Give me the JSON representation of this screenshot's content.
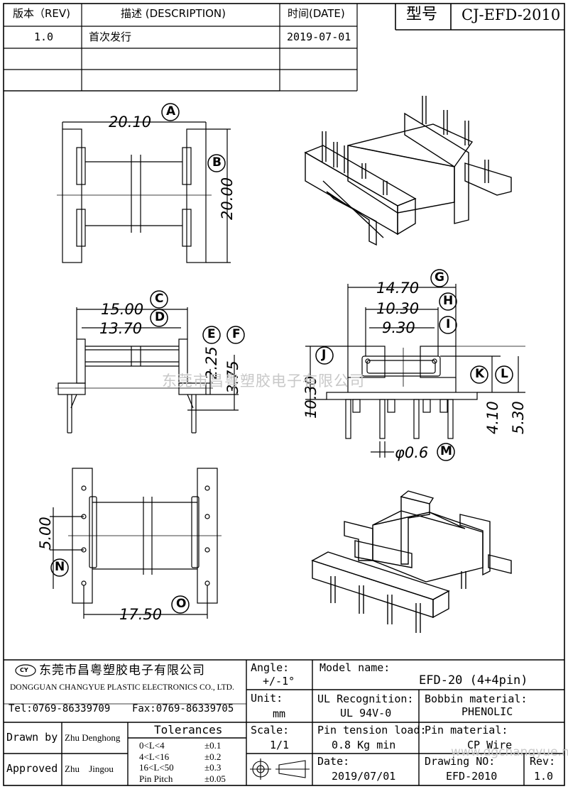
{
  "revision_table": {
    "headers": {
      "rev": "版本（REV)",
      "desc": "描述 (DESCRIPTION)",
      "date": "时间(DATE)"
    },
    "rows": [
      {
        "rev": "1.0",
        "desc": "首次发行",
        "date": "2019-07-01"
      }
    ]
  },
  "model_box": {
    "label": "型号",
    "value": "CJ-EFD-2010"
  },
  "dimensions": {
    "A": "20.10",
    "B": "20.00",
    "C": "15.00",
    "D": "13.70",
    "E": "2.25",
    "F": "3.75",
    "G": "14.70",
    "H": "10.30",
    "I": "9.30",
    "J": "10.30",
    "K": "4.10",
    "L": "5.30",
    "M": "φ0.6",
    "N": "5.00",
    "O": "17.50"
  },
  "callouts": [
    "A",
    "B",
    "C",
    "D",
    "E",
    "F",
    "G",
    "H",
    "I",
    "J",
    "K",
    "L",
    "M",
    "N",
    "O"
  ],
  "watermark": {
    "center": "东莞市昌粤塑胶电子有限公司",
    "corner": "www.dgchangyue.net"
  },
  "title_block": {
    "company_cn": "东莞市昌粤塑胶电子有限公司",
    "company_en": "DONGGUAN CHANGYUE PLASTIC ELECTRONICS CO., LTD.",
    "logo_text": "CY",
    "tel": "Tel:0769-86339709",
    "fax": "Fax:0769-86339705",
    "angle_label": "Angle:",
    "angle_value": "+/-1°",
    "unit_label": "Unit:",
    "unit_value": "mm",
    "scale_label": "Scale:",
    "scale_value": "1/1",
    "model_name_label": "Model name:",
    "model_name_value": "EFD-20 (4+4pin)",
    "ul_label": "UL Recognition:",
    "ul_value": "UL 94V-0",
    "bobbin_label": "Bobbin material:",
    "bobbin_value": "PHENOLIC",
    "pin_tension_label": "Pin tension load:",
    "pin_tension_value": "0.8 Kg min",
    "pin_material_label": "Pin material:",
    "pin_material_value": "CP Wire",
    "date_label": "Date:",
    "date_value": "2019/07/01",
    "drawing_no_label": "Drawing NO:",
    "drawing_no_value": "EFD-2010",
    "rev_label": "Rev:",
    "rev_value": "1.0",
    "drawn_by_label": "Drawn by",
    "drawn_by_value": "Zhu Denghong",
    "approved_label": "Approved",
    "approved_value": "Zhu Jingou",
    "tolerances_label": "Tolerances",
    "tolerances": [
      {
        "range": "0<L<4",
        "value": "±0.1"
      },
      {
        "range": "4<L<16",
        "value": "±0.2"
      },
      {
        "range": "16<L<50",
        "value": "±0.3"
      },
      {
        "range": "Pin Pitch",
        "value": "±0.05"
      }
    ]
  }
}
